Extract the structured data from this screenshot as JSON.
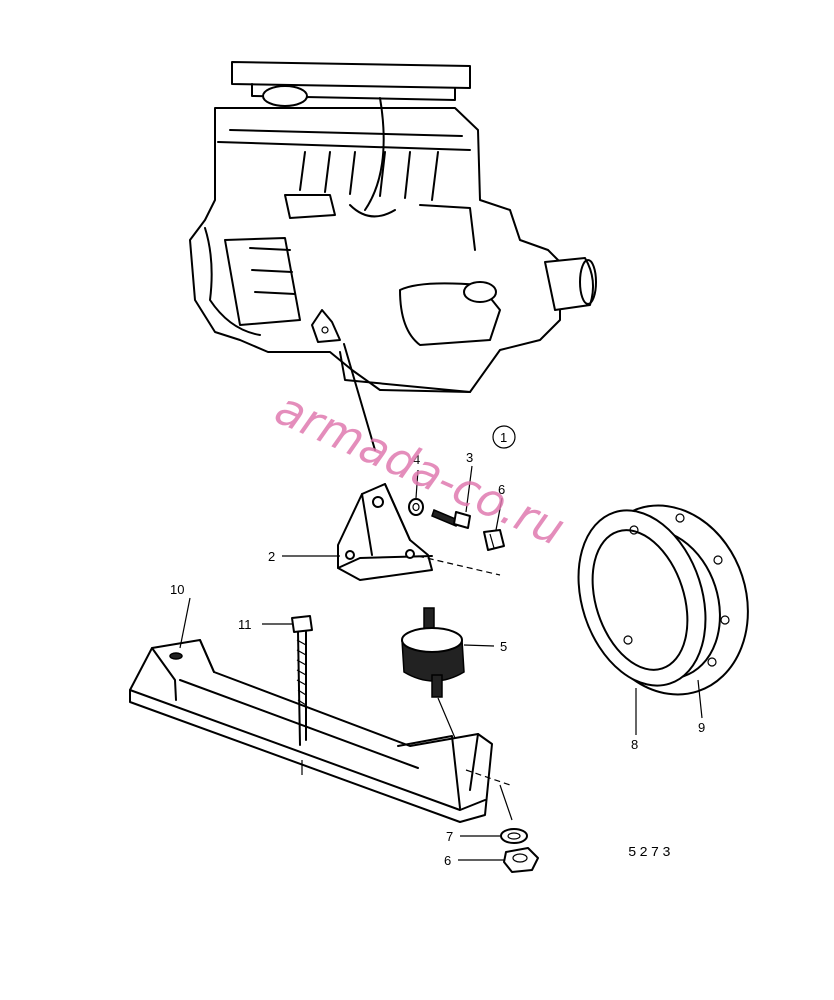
{
  "callouts": {
    "circle_ref": "1",
    "part_2": "2",
    "part_3": "3",
    "part_4": "4",
    "part_5": "5",
    "part_6_top": "6",
    "part_6_bottom": "6",
    "part_7": "7",
    "part_8": "8",
    "part_9": "9",
    "part_10": "10",
    "part_11": "11"
  },
  "figure_number": "5273",
  "watermark": "armada-co.ru",
  "colors": {
    "line": "#000000",
    "background": "#ffffff",
    "watermark": "#e07ab0"
  }
}
